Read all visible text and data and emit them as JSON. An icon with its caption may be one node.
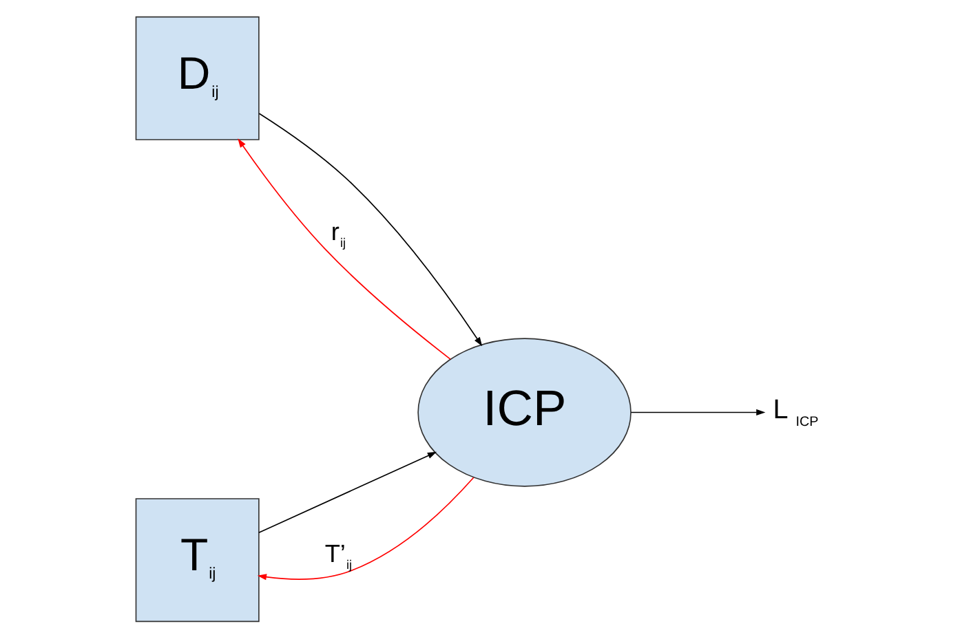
{
  "diagram": {
    "nodes": [
      {
        "text": [
          "D$_{ij}$"
        ]
      },
      {
        "text": [
          "T$_{ij}$"
        ]
      },
      {
        "text": [
          "ICP"
        ]
      },
      {
        "text": [
          "L $_{ICP}$"
        ]
      }
    ],
    "edges": [
      {
        "from": 0,
        "to": 2,
        "arrow": "to"
      },
      {
        "from": 1,
        "to": 2,
        "arrow": "to"
      },
      {
        "from": 2,
        "to": 0,
        "arrow": "to",
        "label": "r$_{ij}$",
        "color": "#ff0000"
      },
      {
        "from": 2,
        "to": 1,
        "arrow": "to",
        "label": "T’$_{ij}$",
        "color": "#ff0000"
      },
      {
        "from": 2,
        "to": 3,
        "arrow": "to"
      }
    ]
  }
}
